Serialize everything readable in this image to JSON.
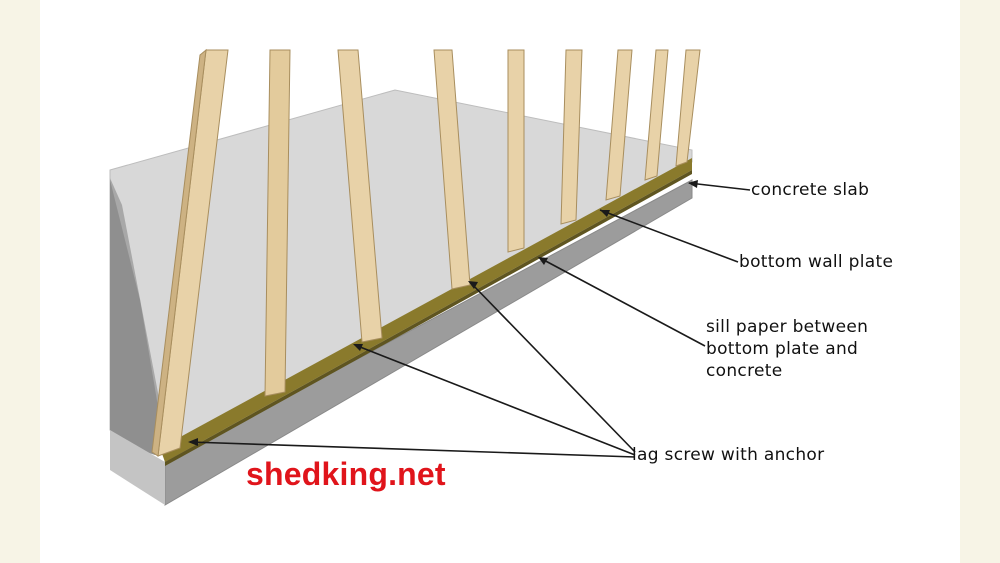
{
  "labels": {
    "concrete_slab": "concrete slab",
    "bottom_wall_plate": "bottom wall plate",
    "sill_paper_1": "sill paper between",
    "sill_paper_2": "bottom plate and",
    "sill_paper_3": "concrete",
    "lag_screw": "lag screw with anchor"
  },
  "watermark": "shedking.net",
  "colors": {
    "background": "#f7f4e6",
    "panel": "#ffffff",
    "sheathing": "#d6d6d6",
    "slab_face": "#9a9a9a",
    "slab_top": "#ececec",
    "stud": "#e8d2a8",
    "sill_paper": "#8a7a2c",
    "watermark": "#e0141b"
  }
}
